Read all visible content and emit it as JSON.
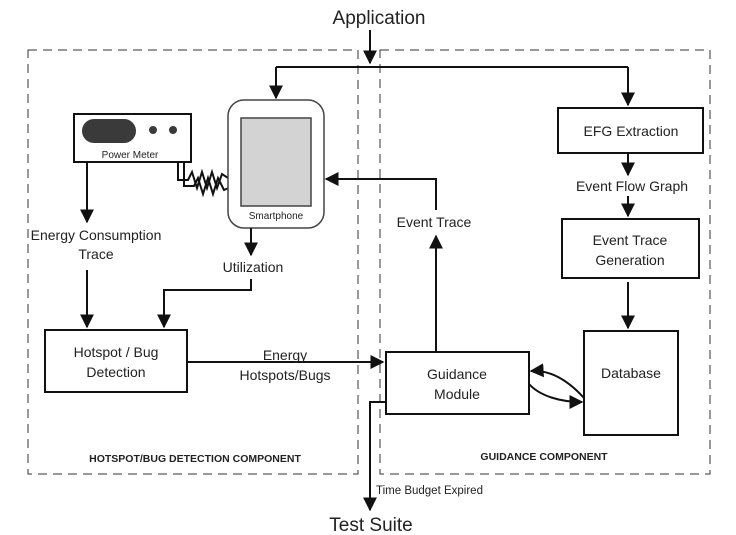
{
  "diagram": {
    "top_input": "Application",
    "bottom_output": "Test Suite",
    "left_component": {
      "title": "HOTSPOT/BUG DETECTION COMPONENT",
      "power_meter": "Power Meter",
      "smartphone": "Smartphone",
      "energy_trace_line1": "Energy Consumption",
      "energy_trace_line2": "Trace",
      "utilization": "Utilization",
      "hotspot_line1": "Hotspot / Bug",
      "hotspot_line2": "Detection"
    },
    "right_component": {
      "title": "GUIDANCE COMPONENT",
      "efg_extraction": "EFG Extraction",
      "event_flow_graph": "Event Flow Graph",
      "event_trace_gen_line1": "Event Trace",
      "event_trace_gen_line2": "Generation",
      "database": "Database",
      "guidance_line1": "Guidance",
      "guidance_line2": "Module",
      "event_trace": "Event Trace",
      "time_budget": "Time Budget Expired"
    },
    "energy_hotspots_line1": "Energy",
    "energy_hotspots_line2": "Hotspots/Bugs"
  }
}
